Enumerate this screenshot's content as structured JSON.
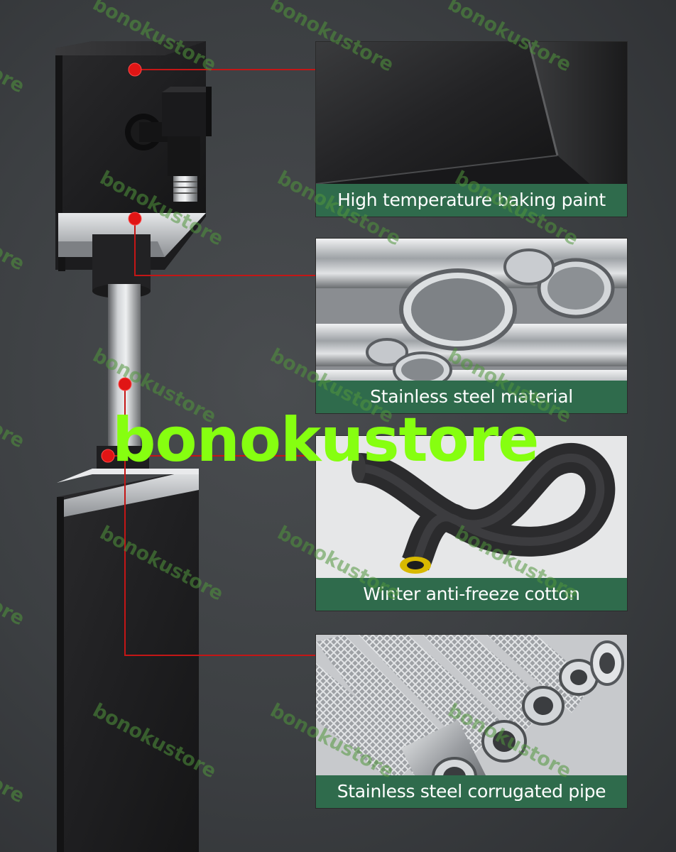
{
  "brand_text": "bonokustore",
  "watermark_text": "bonokustore",
  "colors": {
    "caption_bg": "#2f6b4c",
    "callout_line": "#c41616",
    "callout_dot": "#e01515",
    "brand_text": "#86ff10",
    "background": "#3c3f42"
  },
  "features": [
    {
      "caption": "High temperature baking paint",
      "icon": "black-paint-surface-image"
    },
    {
      "caption": "Stainless steel material",
      "icon": "steel-tubes-image"
    },
    {
      "caption": "Winter anti-freeze cotton",
      "icon": "insulation-foam-tube-image"
    },
    {
      "caption": "Stainless steel corrugated pipe",
      "icon": "braided-hose-image"
    }
  ]
}
